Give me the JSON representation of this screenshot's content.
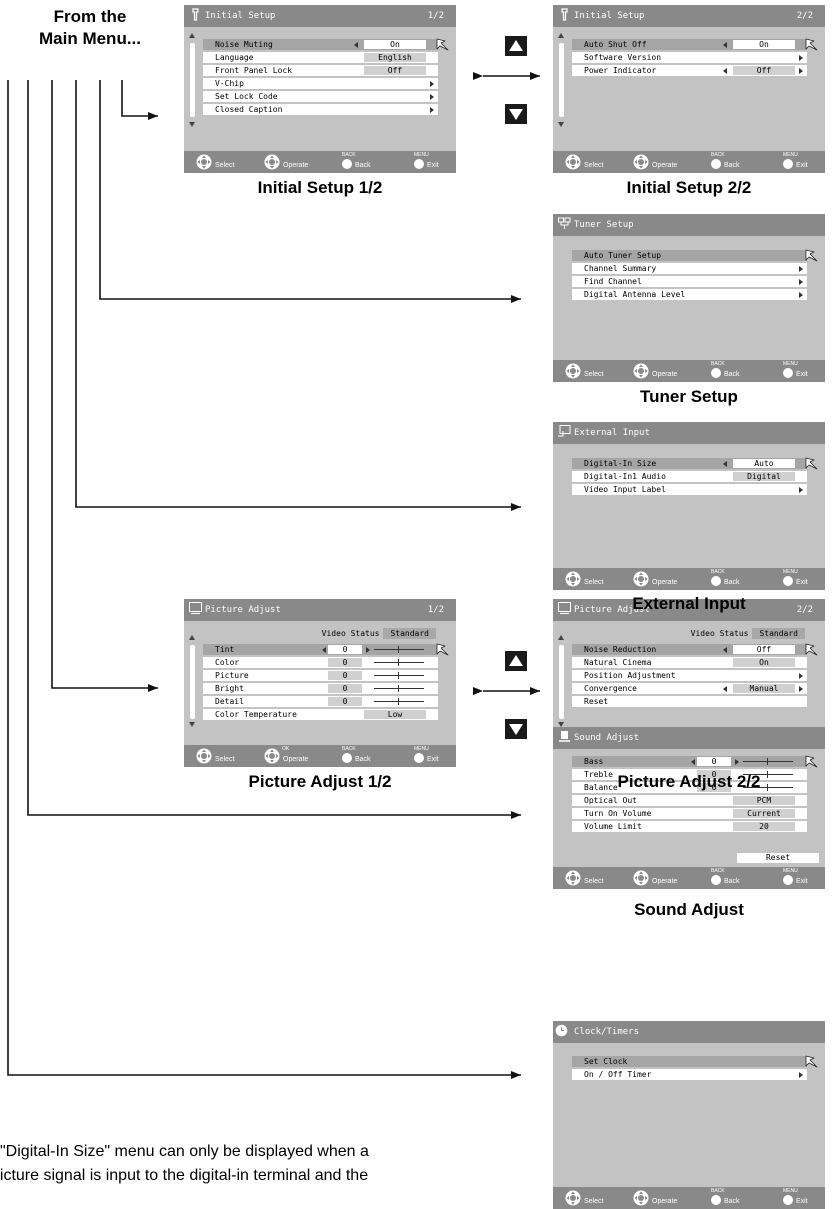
{
  "heading": [
    "From the",
    "Main Menu..."
  ],
  "footer_labels": {
    "select": "Select",
    "operate": "Operate",
    "ok_small": "OK",
    "back_small": "BACK",
    "back": "Back",
    "menu_small": "MENU",
    "exit": "Exit"
  },
  "screens": {
    "initial1": {
      "title": "Initial Setup",
      "page": "1/2",
      "icon": "wrench-icon",
      "rows": [
        {
          "label": "Noise Muting",
          "value": "On",
          "selected": true
        },
        {
          "label": "Language",
          "value": "English"
        },
        {
          "label": "Front Panel Lock",
          "value": "Off"
        },
        {
          "label": "V-Chip",
          "arrow": true
        },
        {
          "label": "Set Lock Code",
          "arrow": true
        },
        {
          "label": "Closed Caption",
          "arrow": true
        }
      ],
      "caption": "Initial Setup 1/2"
    },
    "initial2": {
      "title": "Initial Setup",
      "page": "2/2",
      "icon": "wrench-icon",
      "rows": [
        {
          "label": "Auto Shut Off",
          "value": "On",
          "selected": true
        },
        {
          "label": "Software Version",
          "arrow": true
        },
        {
          "label": "Power Indicator",
          "value": "Off"
        }
      ],
      "caption": "Initial Setup 2/2"
    },
    "tuner": {
      "title": "Tuner Setup",
      "icon": "antenna-icon",
      "rows": [
        {
          "label": "Auto Tuner Setup",
          "selected": true
        },
        {
          "label": "Channel Summary",
          "arrow": true
        },
        {
          "label": "Find Channel",
          "arrow": true
        },
        {
          "label": "Digital Antenna Level",
          "arrow": true
        }
      ],
      "caption": "Tuner Setup"
    },
    "external": {
      "title": "External Input",
      "icon": "input-icon",
      "rows": [
        {
          "label": "Digital-In Size",
          "value": "Auto",
          "selected": true
        },
        {
          "label": "Digital-In1 Audio",
          "value": "Digital"
        },
        {
          "label": "Video Input Label",
          "arrow": true
        }
      ],
      "caption": "External Input"
    },
    "picture1": {
      "title": "Picture Adjust",
      "page": "1/2",
      "icon": "monitor-icon",
      "video_status_label": "Video Status",
      "video_status_value": "Standard",
      "rows": [
        {
          "label": "Tint",
          "num": "0",
          "selected": true
        },
        {
          "label": "Color",
          "num": "0"
        },
        {
          "label": "Picture",
          "num": "0"
        },
        {
          "label": "Bright",
          "num": "0"
        },
        {
          "label": "Detail",
          "num": "0"
        },
        {
          "label": "Color Temperature",
          "value": "Low"
        }
      ],
      "caption": "Picture Adjust 1/2"
    },
    "picture2": {
      "title": "Picture Adjust",
      "page": "2/2",
      "icon": "monitor-icon",
      "video_status_label": "Video Status",
      "video_status_value": "Standard",
      "rows": [
        {
          "label": "Noise Reduction",
          "value": "Off",
          "selected": true
        },
        {
          "label": "Natural Cinema",
          "value": "On"
        },
        {
          "label": "Position Adjustment",
          "arrow": true
        },
        {
          "label": "Convergence",
          "value": "Manual"
        },
        {
          "label": "Reset"
        }
      ],
      "caption": "Picture Adjust 2/2"
    },
    "sound": {
      "title": "Sound Adjust",
      "icon": "speaker-icon",
      "rows": [
        {
          "label": "Bass",
          "num": "0",
          "selected": true
        },
        {
          "label": "Treble",
          "num": "0"
        },
        {
          "label": "Balance",
          "num": "0"
        },
        {
          "label": "Optical Out",
          "value": "PCM"
        },
        {
          "label": "Turn On Volume",
          "value": "Current"
        },
        {
          "label": "Volume Limit",
          "value": "20"
        }
      ],
      "reset_label": "Reset",
      "caption": "Sound Adjust"
    },
    "clock": {
      "title": "Clock/Timers",
      "icon": "clock-icon",
      "rows": [
        {
          "label": "Set Clock",
          "selected": true
        },
        {
          "label": "On / Off Timer",
          "arrow": true
        }
      ]
    }
  },
  "note": [
    "\"Digital-In Size\" menu can only be displayed when a",
    "picture signal is input to the digital-in terminal and the"
  ]
}
